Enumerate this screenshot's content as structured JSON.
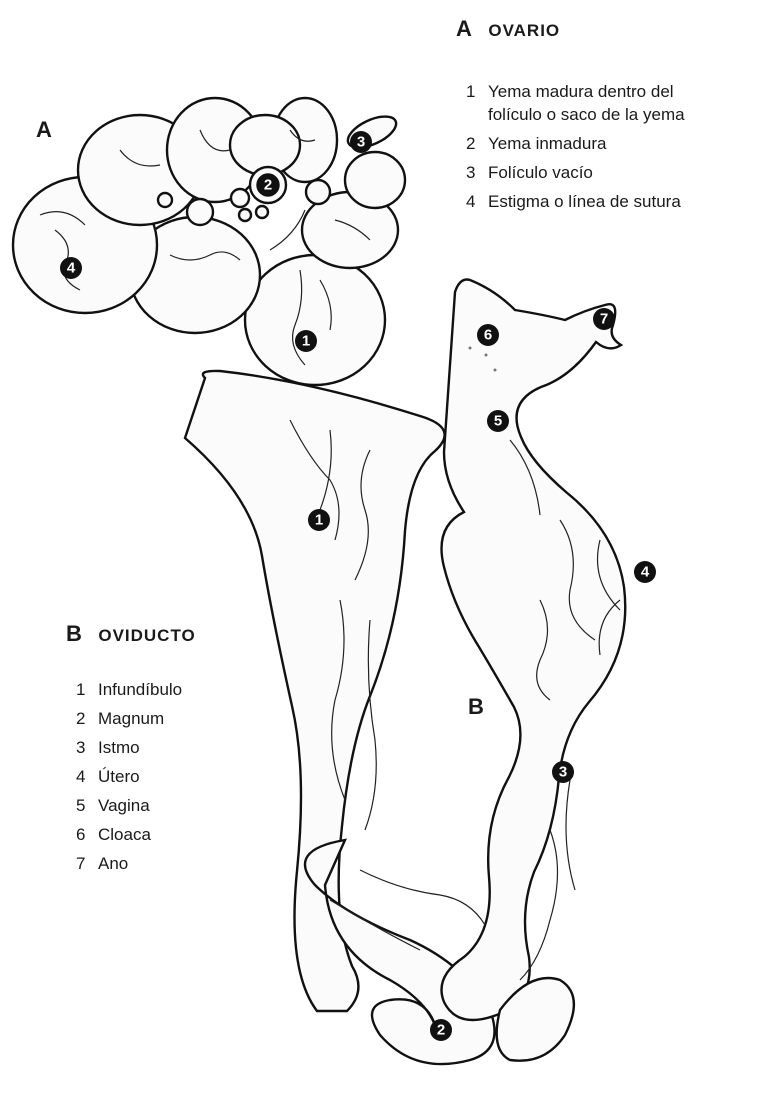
{
  "ovario": {
    "letter": "A",
    "title": "OVARIO",
    "items": [
      {
        "num": "1",
        "text": "Yema madura dentro del"
      },
      {
        "num": "",
        "text": "folículo o saco de la yema"
      },
      {
        "num": "2",
        "text": "Yema inmadura"
      },
      {
        "num": "3",
        "text": "Folículo vacío"
      },
      {
        "num": "4",
        "text": "Estigma o línea de sutura"
      }
    ],
    "figure_label": "A",
    "markers": [
      "1",
      "2",
      "3",
      "4"
    ]
  },
  "oviducto": {
    "letter": "B",
    "title": "OVIDUCTO",
    "items": [
      {
        "num": "1",
        "text": "Infundíbulo"
      },
      {
        "num": "2",
        "text": "Magnum"
      },
      {
        "num": "3",
        "text": "Istmo"
      },
      {
        "num": "4",
        "text": "Útero"
      },
      {
        "num": "5",
        "text": "Vagina"
      },
      {
        "num": "6",
        "text": "Cloaca"
      },
      {
        "num": "7",
        "text": "Ano"
      }
    ],
    "figure_label": "B",
    "markers": [
      "1",
      "2",
      "3",
      "4",
      "5",
      "6",
      "7"
    ]
  },
  "colors": {
    "ink": "#111111",
    "paper": "#ffffff"
  },
  "icons": [
    "ovary-illustration",
    "oviduct-illustration"
  ]
}
